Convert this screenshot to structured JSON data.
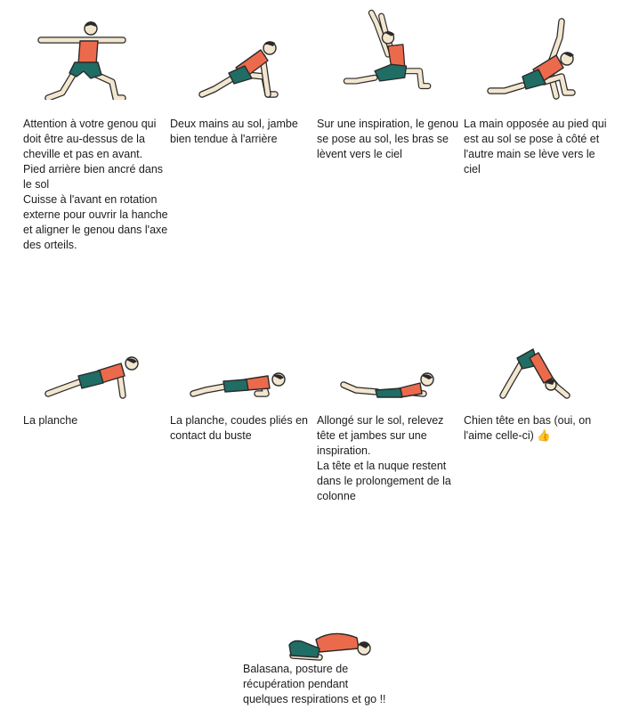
{
  "poses": [
    {
      "name": "warrior-two",
      "lines": [
        "Attention à votre genou qui",
        "doit être au-dessus de la",
        "cheville et pas en avant.",
        "Pied arrière bien ancré dans",
        "le sol",
        "Cuisse à l'avant en rotation",
        "externe pour ouvrir la hanche",
        "et aligner le genou dans l'axe",
        "des orteils."
      ]
    },
    {
      "name": "low-lunge",
      "lines": [
        "Deux mains au sol, jambe",
        "bien tendue à l'arrière"
      ]
    },
    {
      "name": "crescent-lunge",
      "lines": [
        "Sur une inspiration, le genou",
        "se pose au sol, les bras se",
        "lèvent vers le ciel"
      ]
    },
    {
      "name": "twisted-lunge",
      "lines": [
        "La main opposée au pied qui",
        "est au sol se pose à côté et",
        "l'autre main se lève vers le",
        "ciel"
      ]
    },
    {
      "name": "plank",
      "lines": [
        "La planche"
      ]
    },
    {
      "name": "chaturanga",
      "lines": [
        "La planche, coudes pliés en",
        "contact du buste"
      ]
    },
    {
      "name": "locust",
      "lines": [
        "Allongé sur le sol, relevez",
        "tête et jambes sur une",
        "inspiration.",
        "La tête et la nuque restent",
        "dans le prolongement de la",
        "colonne"
      ]
    },
    {
      "name": "downward-dog",
      "lines": [
        "Chien tête en bas (oui, on",
        "l'aime celle-ci) 👍"
      ]
    },
    {
      "name": "balasana",
      "lines": [
        "Balasana, posture de",
        "récupération pendant",
        "quelques respirations et go !!"
      ]
    }
  ],
  "colors": {
    "shirt": "#ec6a4c",
    "shorts": "#1f6d64",
    "skin": "#f3e6cf",
    "outline": "#2a2a2a"
  }
}
